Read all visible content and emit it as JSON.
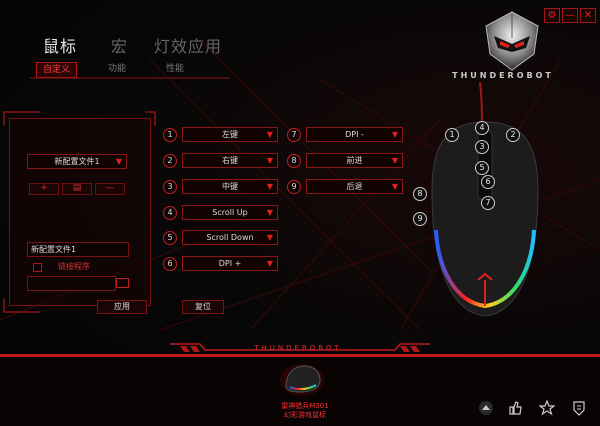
{
  "window": {
    "controls": [
      "⚙",
      "—",
      "✕"
    ]
  },
  "tabs": [
    {
      "label": "鼠标",
      "active": true
    },
    {
      "label": "宏",
      "active": false
    },
    {
      "label": "灯效应用",
      "active": false
    }
  ],
  "subtabs": [
    {
      "label": "自定义",
      "active": true
    },
    {
      "label": "功能",
      "active": false
    },
    {
      "label": "性能",
      "active": false
    }
  ],
  "brand": {
    "name": "THUNDEROBOT",
    "logo_icon": "thunderobot-helmet-icon"
  },
  "profile_panel": {
    "selected_profile": "新配置文件1",
    "buttons": [
      "+",
      "▤",
      "—"
    ],
    "profile_name_value": "新配置文件1",
    "link_program_label": "链接程序",
    "program_path_value": "",
    "apply_label": "应用"
  },
  "bindings": [
    {
      "num": "1",
      "value": "左键"
    },
    {
      "num": "2",
      "value": "右键"
    },
    {
      "num": "3",
      "value": "中键"
    },
    {
      "num": "4",
      "value": "Scroll Up"
    },
    {
      "num": "5",
      "value": "Scroll Down"
    },
    {
      "num": "6",
      "value": "DPI +"
    },
    {
      "num": "7",
      "value": "DPI -"
    },
    {
      "num": "8",
      "value": "前进"
    },
    {
      "num": "9",
      "value": "后退"
    }
  ],
  "reset_label": "复位",
  "mouse_markers": [
    "1",
    "2",
    "3",
    "4",
    "5",
    "6",
    "7",
    "8",
    "9"
  ],
  "bottom": {
    "banner": "THUNDEROBOT",
    "device_name_line1": "雷神猎兵M301",
    "device_name_line2": "幻彩游戏鼠标"
  },
  "system_icons": [
    "home-icon",
    "like-icon",
    "favorite-icon",
    "bookmark-icon"
  ],
  "colors": {
    "accent": "#e02020",
    "background": "#050505",
    "panel_border": "#7a1212"
  }
}
